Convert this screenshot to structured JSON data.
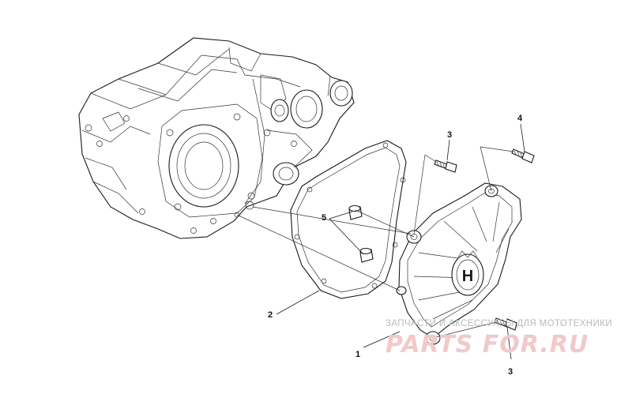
{
  "callouts": [
    {
      "id": "1",
      "label": "1"
    },
    {
      "id": "2",
      "label": "2"
    },
    {
      "id": "3a",
      "label": "3"
    },
    {
      "id": "3b",
      "label": "3"
    },
    {
      "id": "4",
      "label": "4"
    },
    {
      "id": "5",
      "label": "5"
    }
  ],
  "watermark": {
    "caption": "ЗАПЧАСТИ И АКСЕССУАРЫ ДЛЯ МОТОТЕХНИКИ",
    "brand": "PARTS FOR.RU"
  },
  "logo": {
    "letter": "H"
  },
  "colors": {
    "line": "#1a1a1a",
    "watermark_caption": "#b9b9b9",
    "watermark_brand": "#f2c9c9"
  }
}
